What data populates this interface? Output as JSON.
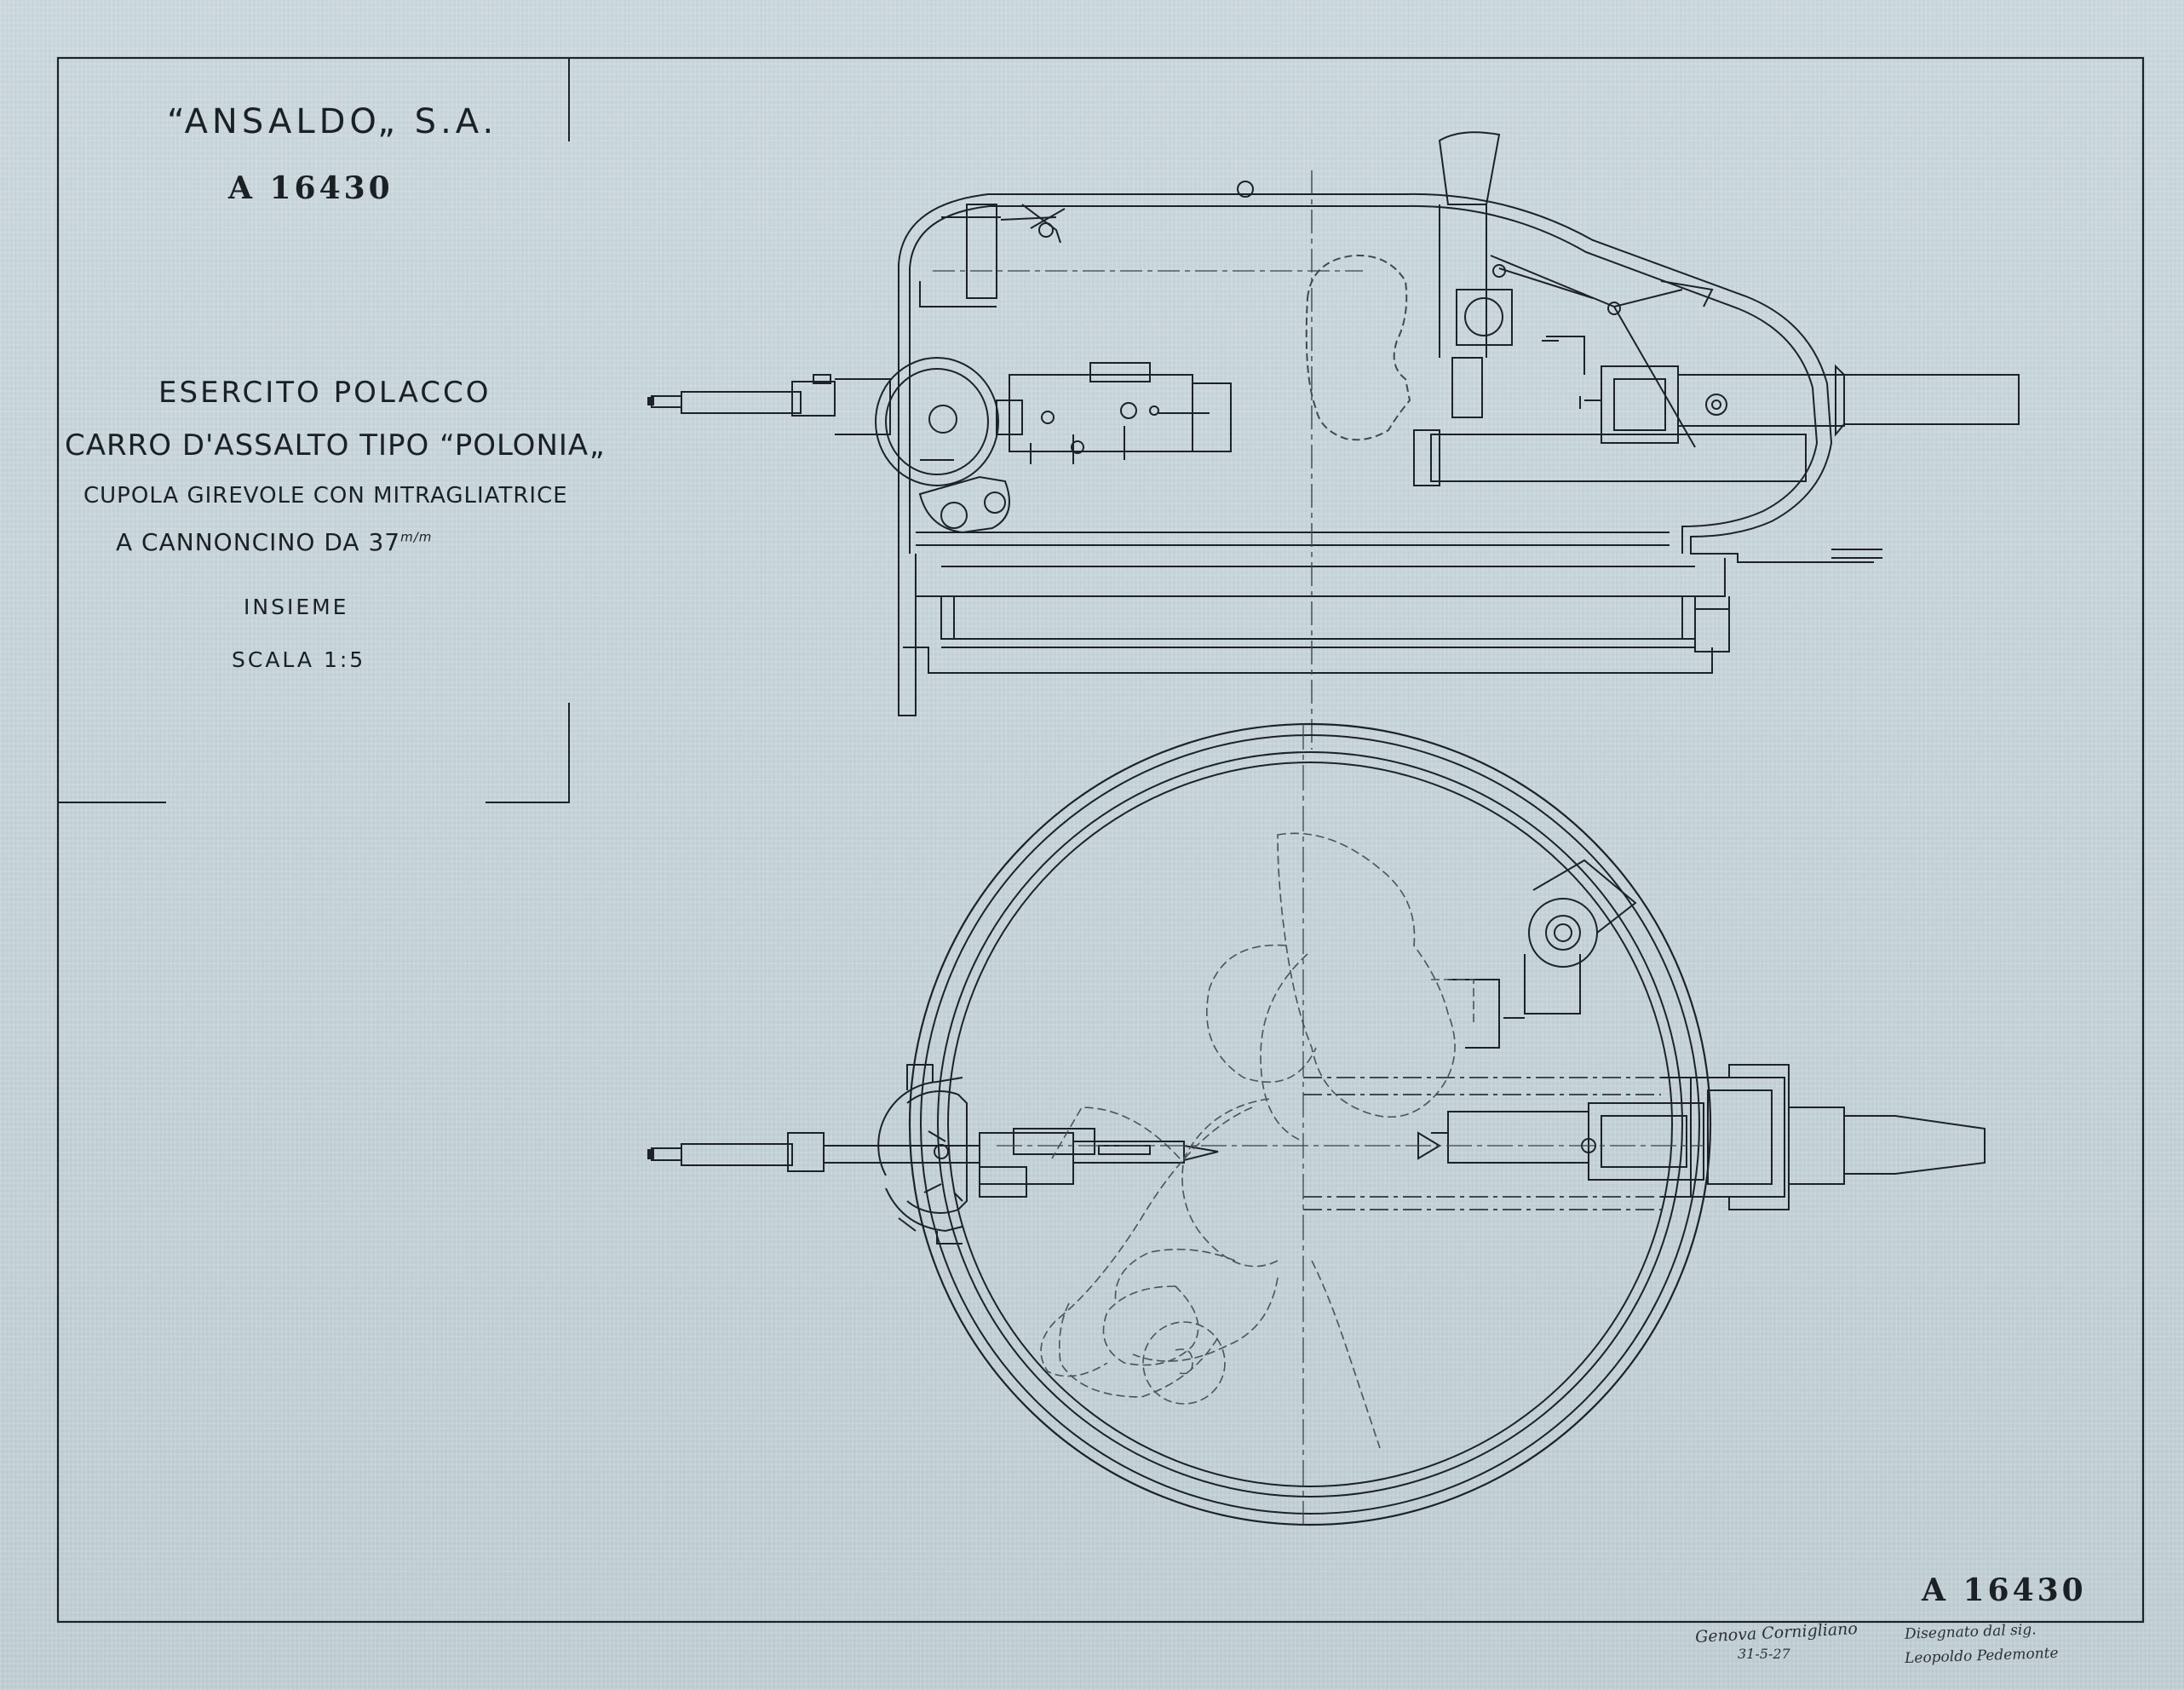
{
  "company": "“ANSALDO„ S.A.",
  "drawing_number": "A 16430",
  "title_block": {
    "line1": "ESERCITO POLACCO",
    "line2": "CARRO D'ASSALTO TIPO “POLONIA„",
    "line3": "CUPOLA GIREVOLE CON MITRAGLIATRICE",
    "line4": "A CANNONCINO DA 37",
    "line4_unit": "m/m",
    "line5": "INSIEME",
    "line6": "SCALA 1:5"
  },
  "footer": {
    "drawing_number": "A 16430",
    "place": "Genova Cornigliano",
    "date": "31-5-27",
    "designer_label": "Disegnato dal sig.",
    "designer_name": "Leopoldo Pedemonte"
  },
  "colors": {
    "paper": "#c9d6db",
    "ink": "#1a2024",
    "dash": "#48545a"
  }
}
